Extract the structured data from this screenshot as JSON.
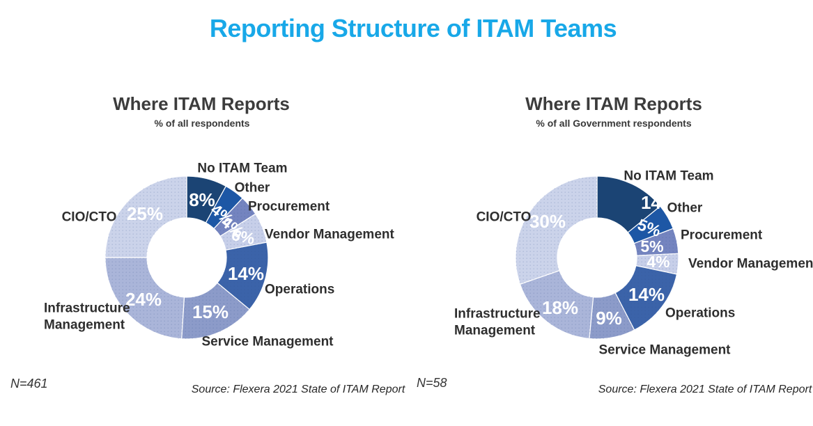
{
  "main_title": "Reporting Structure of ITAM Teams",
  "colors": {
    "title_accent": "#18A8E8",
    "category_text": "#2E2E2E",
    "percent_text": "#FFFFFF",
    "palette": [
      "#1B4474",
      "#1D57A5",
      "#7484BF",
      "#C7CFE9",
      "#3B63A9",
      "#8C9BC9",
      "#AAB5D9",
      "#CBD3EA"
    ]
  },
  "chart_data": [
    {
      "type": "pie",
      "subtype": "donut",
      "title": "Where ITAM Reports",
      "subtitle": "% of all respondents",
      "n_label": "N=461",
      "source": "Source: Flexera 2021 State of ITAM Report",
      "labels": [
        "No ITAM Team",
        "Other",
        "Procurement",
        "Vendor Management",
        "Operations",
        "Service Management",
        "Infrastructure Management",
        "CIO/CTO"
      ],
      "values": [
        8,
        4,
        4,
        6,
        14,
        15,
        24,
        25
      ],
      "unit": "%",
      "start_angle_deg": 0,
      "direction": "clockwise",
      "legend": "none",
      "data_labels": "percent inside slices, category names outside"
    },
    {
      "type": "pie",
      "subtype": "donut",
      "title": "Where ITAM Reports",
      "subtitle": "% of all Government respondents",
      "n_label": "N=58",
      "source": "Source: Flexera 2021 State of ITAM Report",
      "labels": [
        "No ITAM Team",
        "Other",
        "Procurement",
        "Vendor Management",
        "Operations",
        "Service Management",
        "Infrastructure Management",
        "CIO/CTO"
      ],
      "values": [
        14,
        5,
        5,
        4,
        14,
        9,
        18,
        30
      ],
      "unit": "%",
      "start_angle_deg": 0,
      "direction": "clockwise",
      "legend": "none",
      "data_labels": "percent inside slices, category names outside"
    }
  ]
}
